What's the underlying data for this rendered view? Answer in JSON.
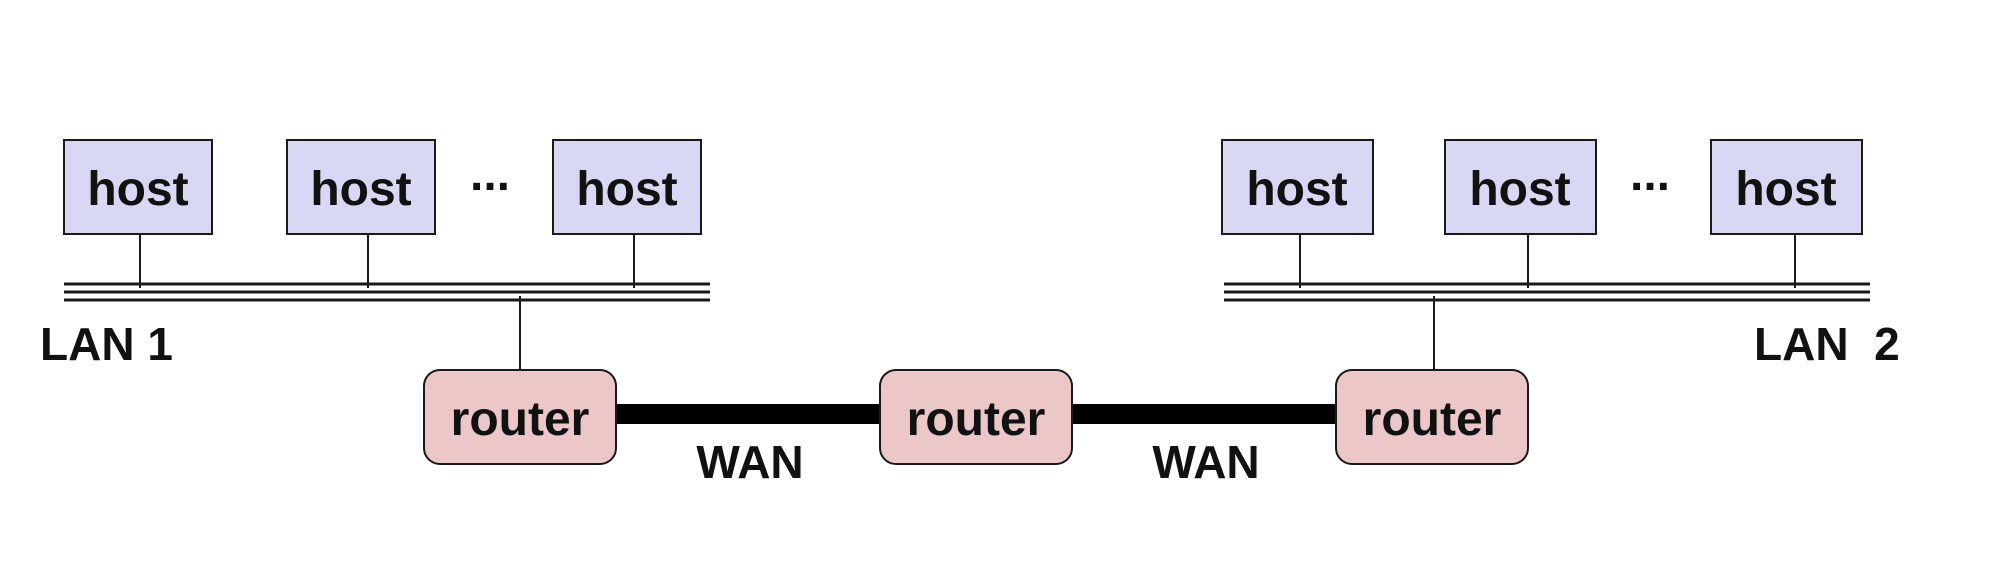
{
  "colors": {
    "host_fill": "#d8d8f4",
    "router_fill": "#ebc7c7",
    "outline": "#1a1a1a",
    "wan_link": "#000000"
  },
  "lan1": {
    "label": "LAN 1",
    "hosts": [
      "host",
      "host",
      "host"
    ],
    "ellipsis": "..."
  },
  "lan2": {
    "label": "LAN  2",
    "hosts": [
      "host",
      "host",
      "host"
    ],
    "ellipsis": "..."
  },
  "routers": [
    "router",
    "router",
    "router"
  ],
  "wan_links": [
    "WAN",
    "WAN"
  ]
}
